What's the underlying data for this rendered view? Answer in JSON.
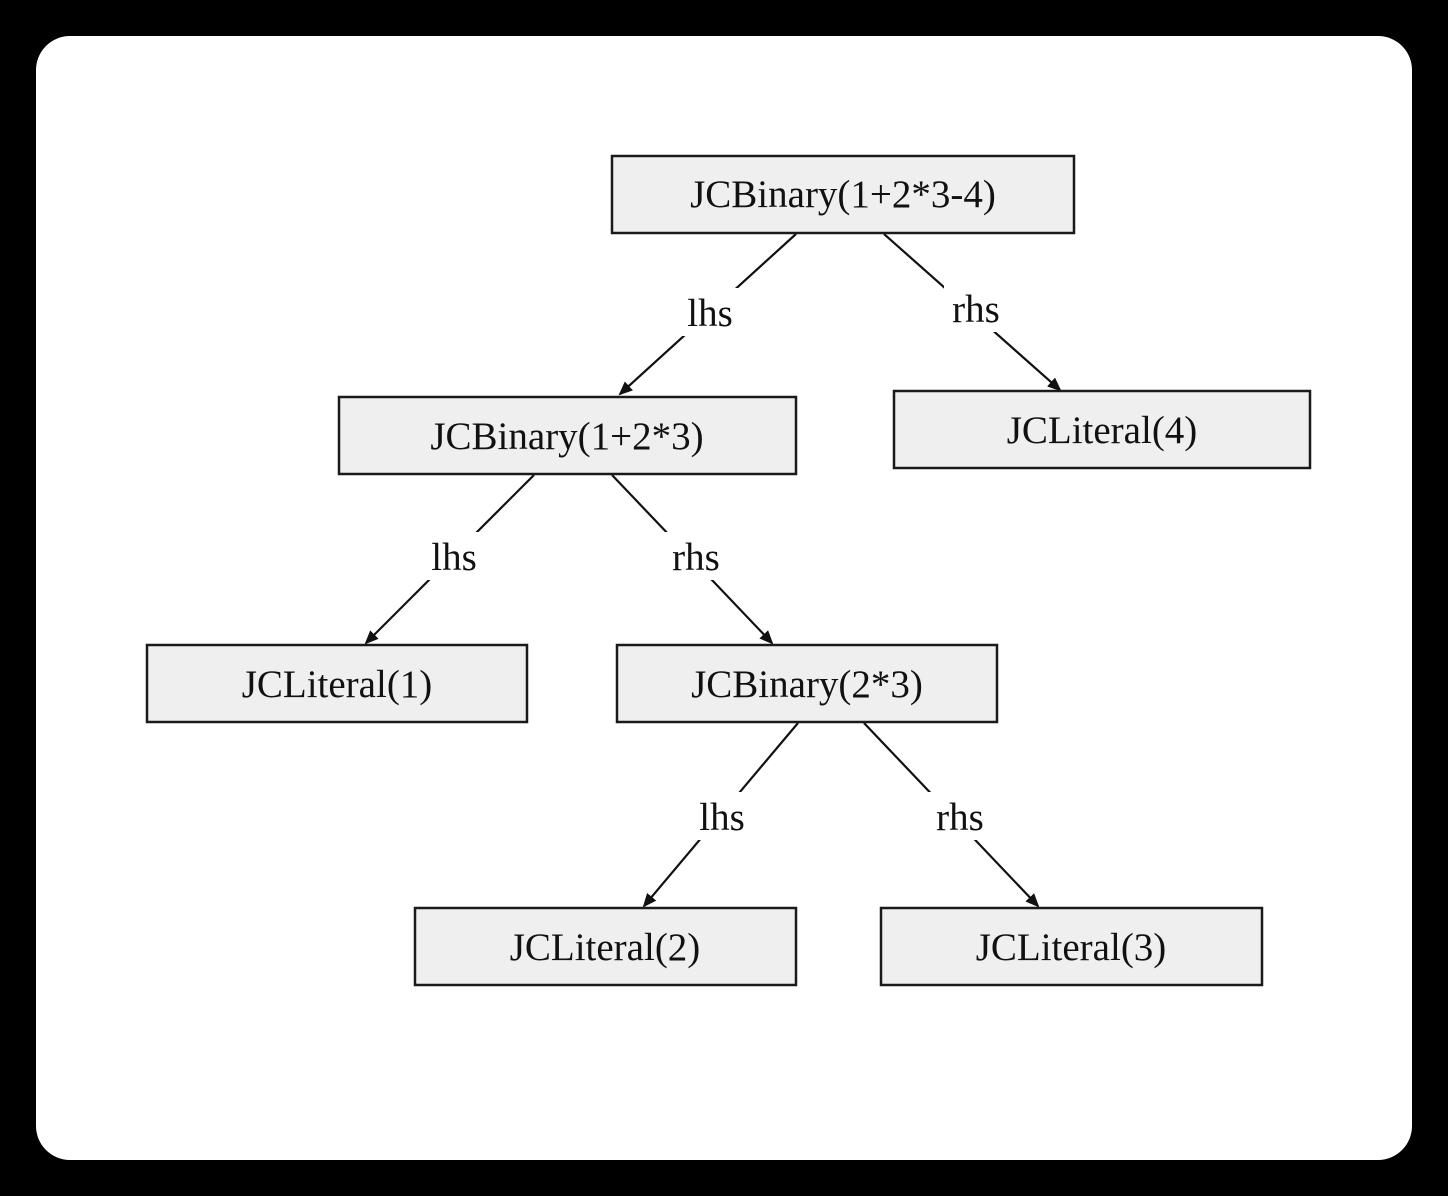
{
  "nodes": {
    "root": "JCBinary(1+2*3-4)",
    "left": "JCBinary(1+2*3)",
    "right": "JCLiteral(4)",
    "left_left": "JCLiteral(1)",
    "left_right": "JCBinary(2*3)",
    "lr_left": "JCLiteral(2)",
    "lr_right": "JCLiteral(3)"
  },
  "edges": {
    "root_lhs": "lhs",
    "root_rhs": "rhs",
    "left_lhs": "lhs",
    "left_rhs": "rhs",
    "lr_lhs": "lhs",
    "lr_rhs": "rhs"
  },
  "colors": {
    "node_fill": "#efefef",
    "border": "#1a1a1a",
    "background": "#ffffff",
    "frame": "#000000"
  }
}
